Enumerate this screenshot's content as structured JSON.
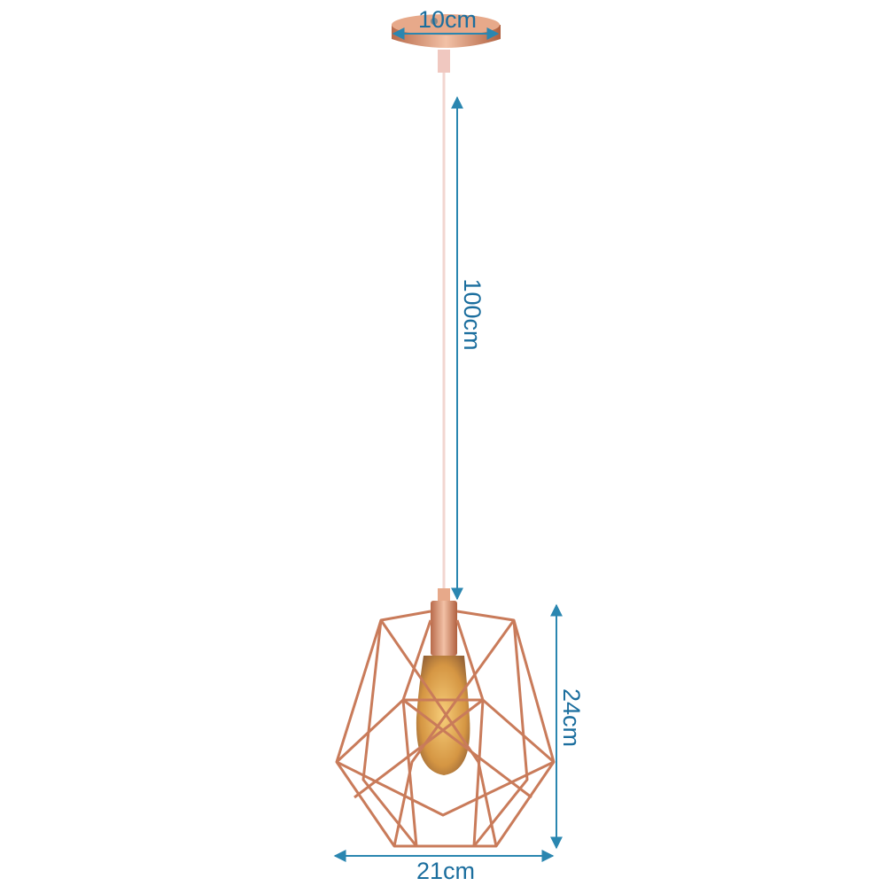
{
  "dimensions": {
    "canopy_width": "10cm",
    "cord_length": "100cm",
    "shade_height": "24cm",
    "shade_width": "21cm"
  },
  "colors": {
    "dimension_text": "#1b6e9e",
    "dimension_arrow": "#2a86b0",
    "rose_gold": "#c97b5a",
    "bulb_glow": "#e0a040"
  },
  "product": "pendant-light-geometric-cage"
}
